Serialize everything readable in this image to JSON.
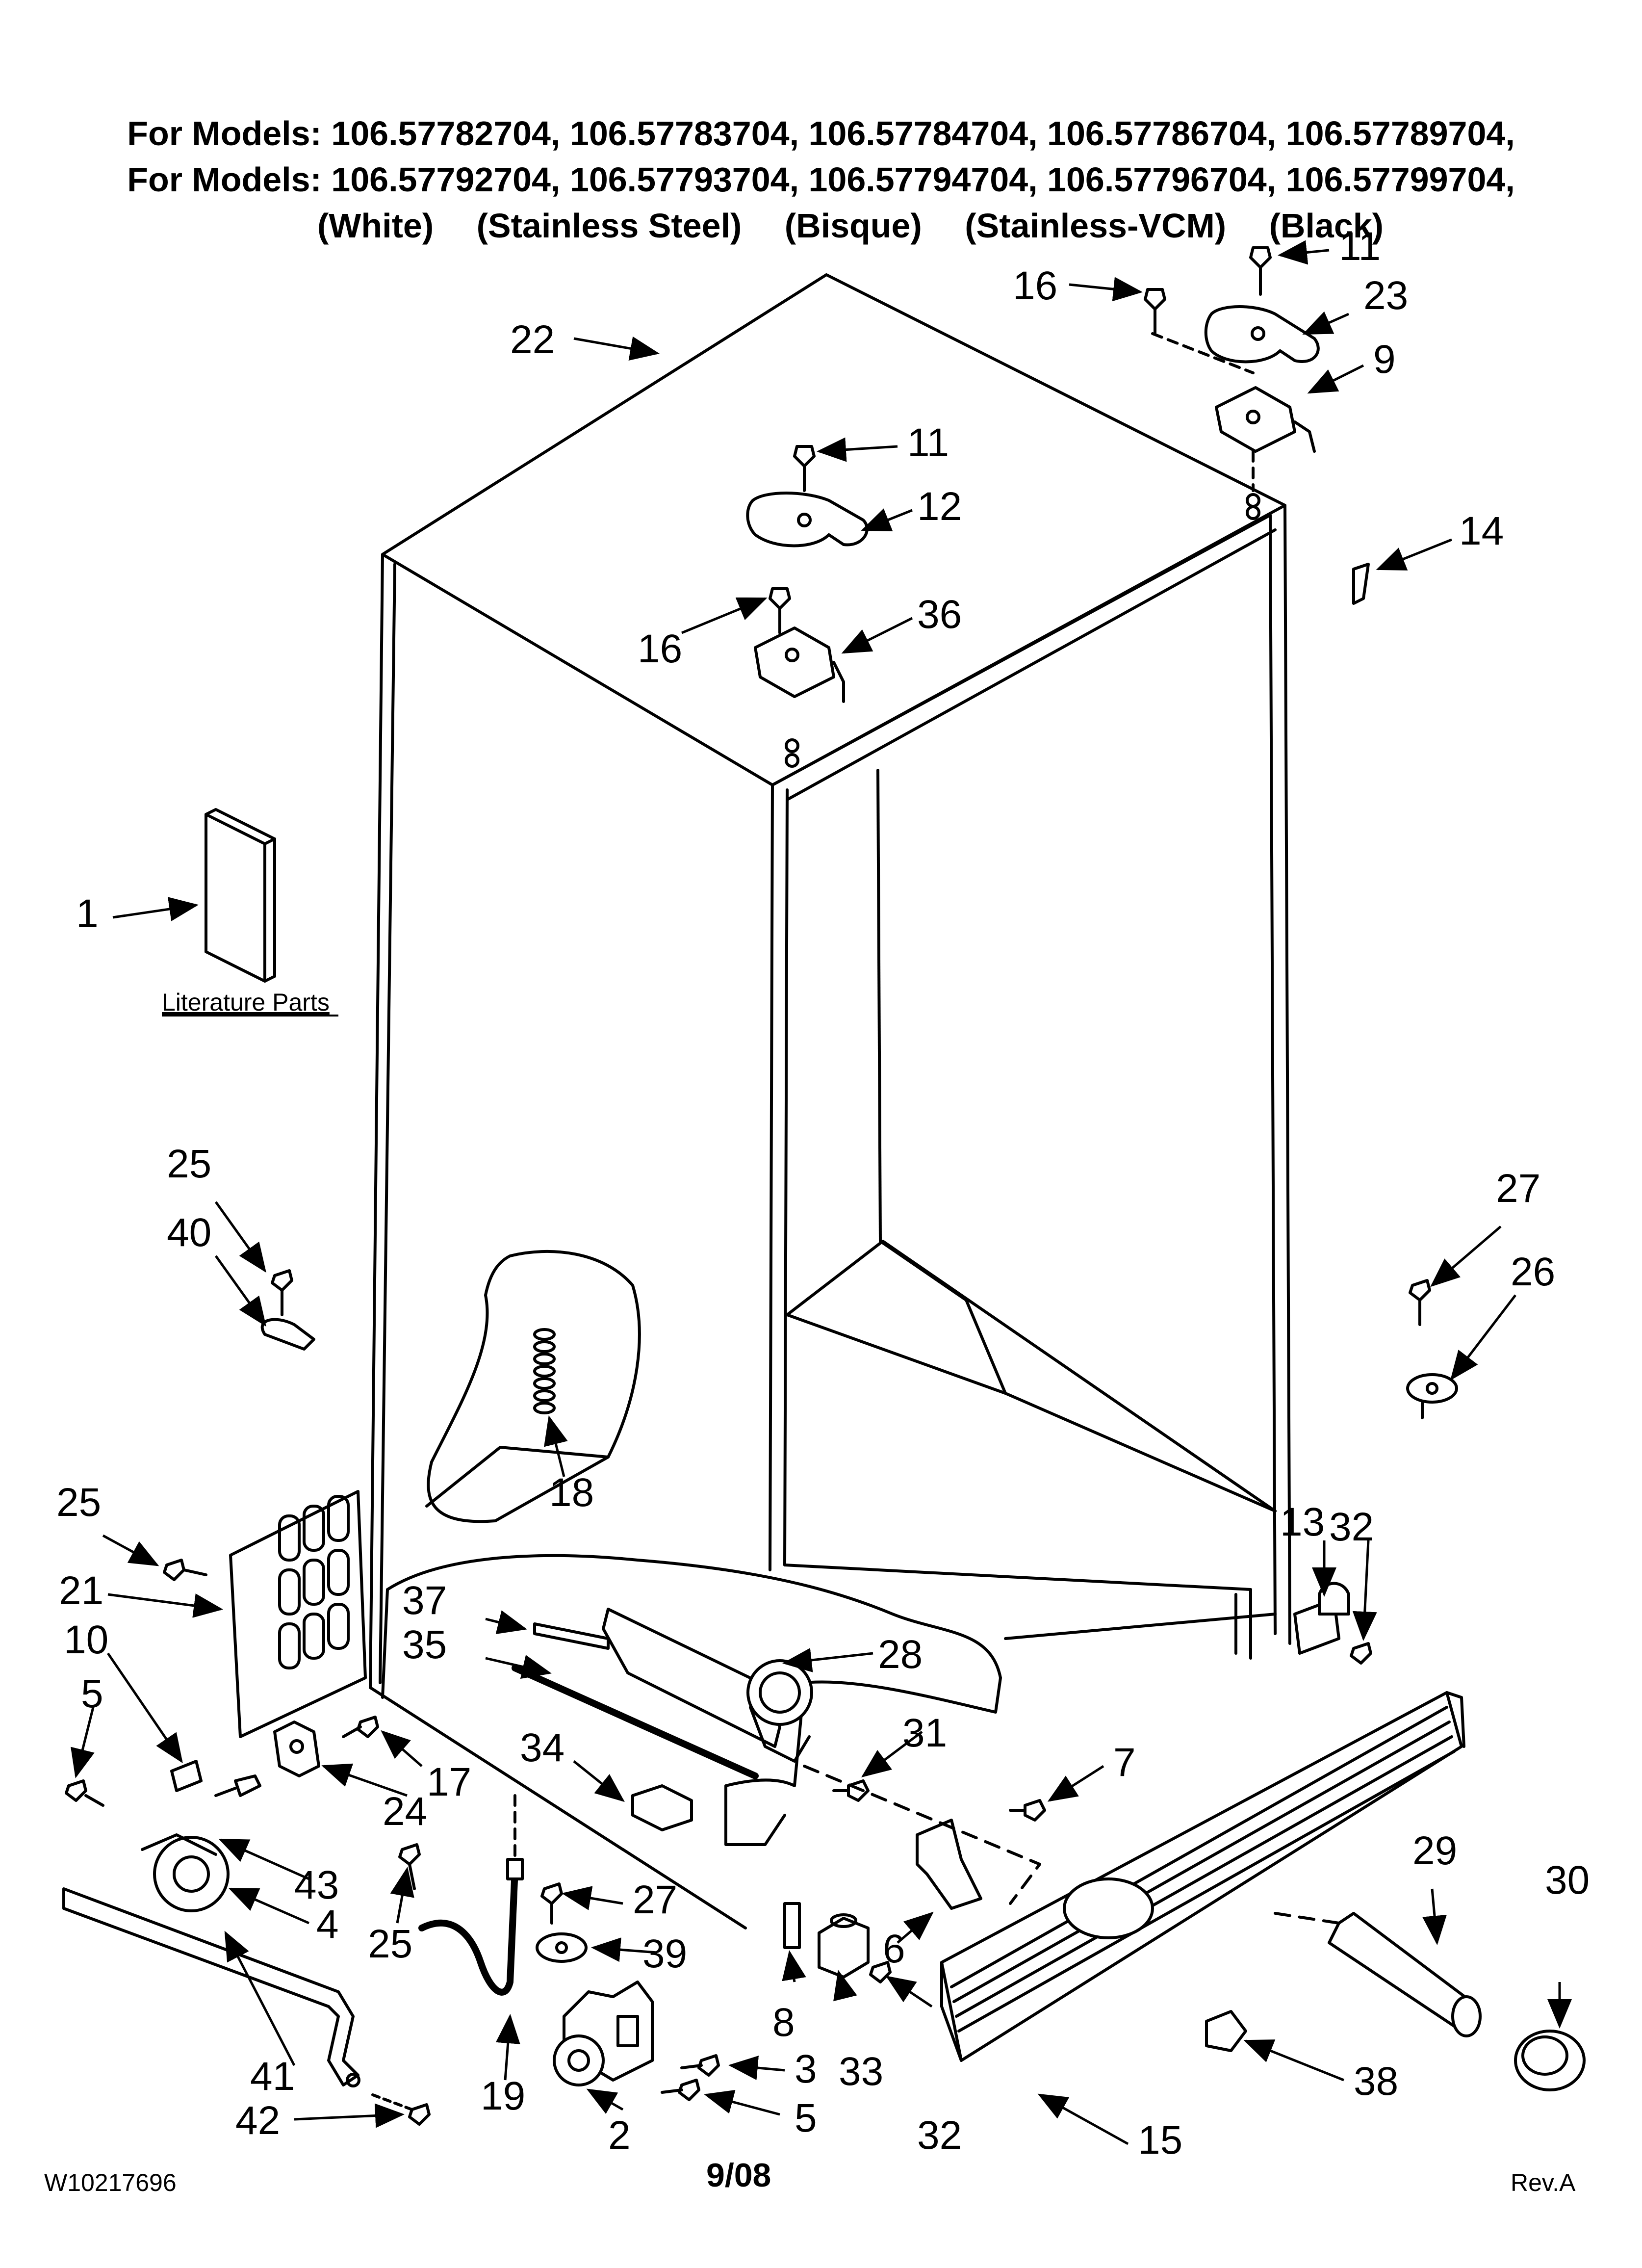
{
  "header": {
    "line1": "For Models: 106.57782704, 106.57783704, 106.57784704, 106.57786704, 106.57789704,",
    "line2": "For Models: 106.57792704, 106.57793704, 106.57794704, 106.57796704, 106.57799704,",
    "colors": [
      "(White)",
      "(Stainless Steel)",
      "(Bisque)",
      "(Stainless-VCM)",
      "(Black)"
    ]
  },
  "literature_label": "Literature Parts",
  "callouts": {
    "c1": "1",
    "c2": "2",
    "c3": "3",
    "c4": "4",
    "c5a": "5",
    "c5b": "5",
    "c6": "6",
    "c7": "7",
    "c8": "8",
    "c9": "9",
    "c10": "10",
    "c11a": "11",
    "c11b": "11",
    "c12": "12",
    "c13": "13",
    "c14": "14",
    "c15": "15",
    "c16a": "16",
    "c16b": "16",
    "c17": "17",
    "c18": "18",
    "c19": "19",
    "c21": "21",
    "c22": "22",
    "c23": "23",
    "c24": "24",
    "c25a": "25",
    "c25b": "25",
    "c25c": "25",
    "c26": "26",
    "c27a": "27",
    "c27b": "27",
    "c28": "28",
    "c29": "29",
    "c30": "30",
    "c31": "31",
    "c32a": "32",
    "c32b": "32",
    "c33": "33",
    "c34": "34",
    "c35": "35",
    "c36": "36",
    "c37": "37",
    "c38": "38",
    "c39": "39",
    "c40": "40",
    "c41": "41",
    "c42": "42",
    "c43": "43"
  },
  "footer": {
    "doc_id": "W10217696",
    "date": "9/08",
    "revision": "Rev.A"
  }
}
